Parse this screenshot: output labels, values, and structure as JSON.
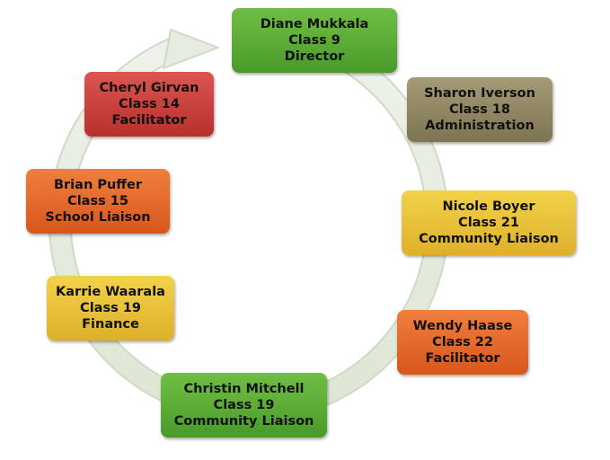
{
  "nodes": [
    {
      "name": "Diane Mukkala",
      "class_label": "Class 9",
      "role": "Director",
      "color": "#5aab35"
    },
    {
      "name": "Sharon Iverson",
      "class_label": "Class 18",
      "role": "Administration",
      "color": "#918762"
    },
    {
      "name": "Nicole Boyer",
      "class_label": "Class 21",
      "role": "Community Liaison",
      "color": "#e9c13a"
    },
    {
      "name": "Wendy Haase",
      "class_label": "Class 22",
      "role": "Facilitator",
      "color": "#e4682b"
    },
    {
      "name": "Christin Mitchell",
      "class_label": "Class 19",
      "role": "Community Liaison",
      "color": "#5aab35"
    },
    {
      "name": "Karrie Waarala",
      "class_label": "Class 19",
      "role": "Finance",
      "color": "#e9c13a"
    },
    {
      "name": "Brian Puffer",
      "class_label": "Class 15",
      "role": "School Liaison",
      "color": "#e4682b"
    },
    {
      "name": "Cheryl Girvan",
      "class_label": "Class 14",
      "role": "Facilitator",
      "color": "#c9403c"
    }
  ],
  "ring_color": "#e6ecdf",
  "ring_edge_color": "#cfd9c6"
}
